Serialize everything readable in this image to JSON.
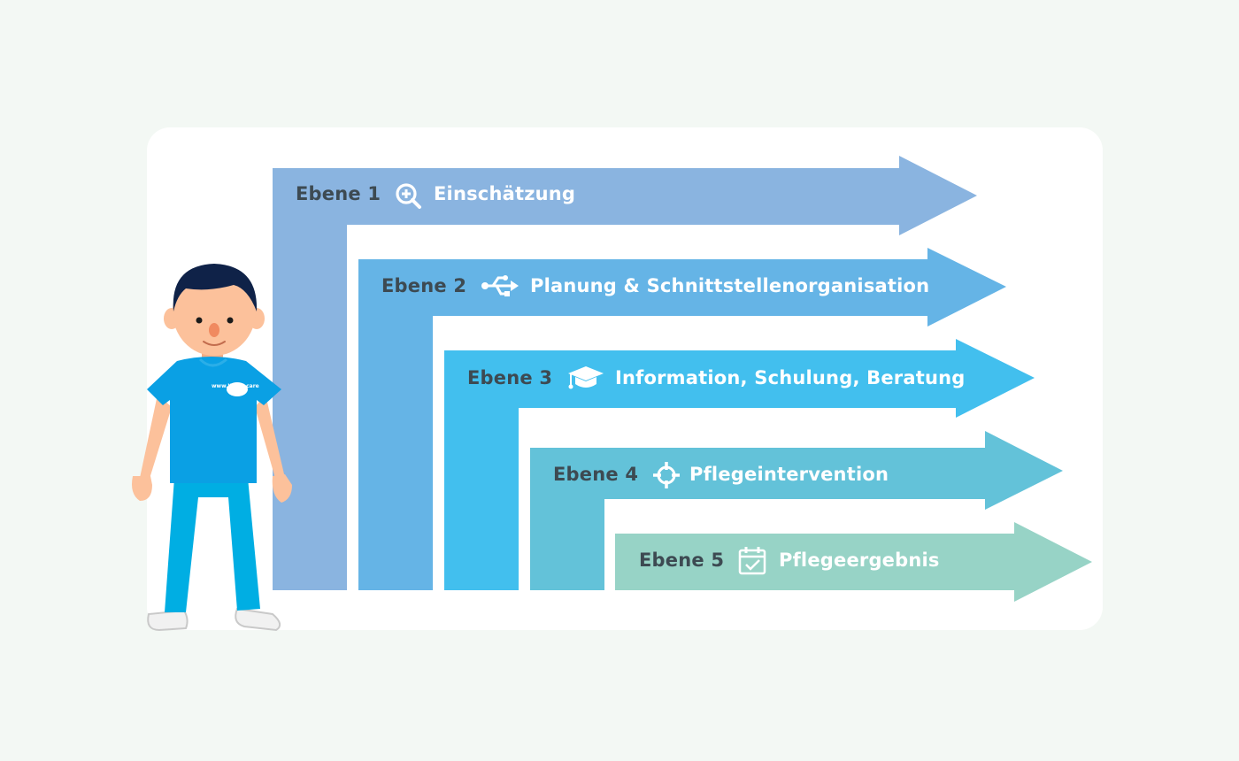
{
  "levels": [
    {
      "label": "Ebene 1",
      "title": "Einschätzung",
      "icon": "magnify-plus-icon",
      "color": "#8ab4e0"
    },
    {
      "label": "Ebene 2",
      "title": "Planung & Schnittstellenorganisation",
      "icon": "usb-icon",
      "color": "#65b4e6"
    },
    {
      "label": "Ebene 3",
      "title": "Information, Schulung, Beratung",
      "icon": "graduation-cap-icon",
      "color": "#42bfee"
    },
    {
      "label": "Ebene 4",
      "title": "Pflegeintervention",
      "icon": "crosshair-icon",
      "color": "#63c2d9"
    },
    {
      "label": "Ebene 5",
      "title": "Pflegeergebnis",
      "icon": "calendar-check-icon",
      "color": "#97d3c6"
    }
  ],
  "character": {
    "shirt_text": "www.WIBU.care",
    "shirt_color": "#0aa0e4",
    "pants_color": "#00aee3",
    "hair_color": "#0f2248",
    "skin_color": "#fcc19b"
  },
  "background": "#f3f8f4"
}
